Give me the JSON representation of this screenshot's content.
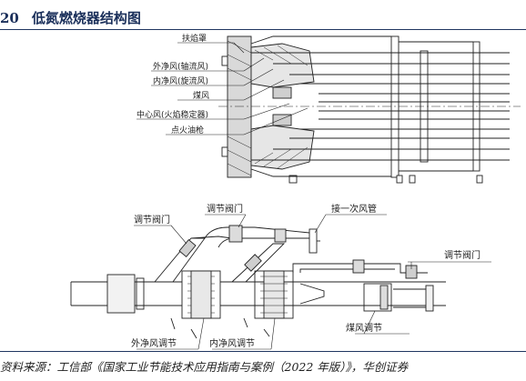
{
  "figure": {
    "number": "20",
    "title": "低氮燃烧器结构图"
  },
  "upper_drawing": {
    "labels": {
      "flame_shield": "扶焰罩",
      "outer_air": "外净风(轴流风)",
      "inner_air": "内净风(旋流风)",
      "coal_air": "煤风",
      "center_air": "中心风(火焰稳定器)",
      "ignition_gun": "点火油枪"
    }
  },
  "lower_drawing": {
    "labels": {
      "valve_left": "调节阀门",
      "valve_mid": "调节阀门",
      "primary_air_pipe": "接一次风管",
      "valve_right": "调节阀门",
      "coal_air_adjust": "煤风调节",
      "outer_air_adjust": "外净风调节",
      "inner_air_adjust": "内净风调节"
    }
  },
  "source": "资料来源：工信部《国家工业节能技术应用指南与案例（2022 年版）》，华创证券"
}
